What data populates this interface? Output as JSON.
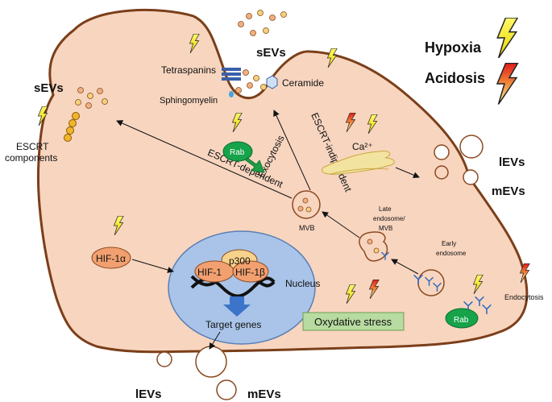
{
  "colors": {
    "cell_fill": "#f8d5bf",
    "cell_stroke": "#7b3f1a",
    "vesicle_stroke": "#8a4a22",
    "nucleus_fill": "#a9c4e8",
    "nucleus_stroke": "#5a7fb5",
    "rab_fill": "#16a34a",
    "oxidative_fill": "#b7dba0",
    "arrow_blue": "#3b74c9",
    "tetraspanin": "#3a5fa8",
    "hif_fill": "#f2a070",
    "p300_fill": "#f7d28a",
    "ca_fill": "#f3e3a0"
  },
  "legend": {
    "hypoxia": "Hypoxia",
    "acidosis": "Acidosis"
  },
  "labels": {
    "sevs_top": "sEVs",
    "sevs_left": "sEVs",
    "tetraspanins": "Tetraspanins",
    "ceramide": "Ceramide",
    "sphingomyelin": "Sphingomyelin",
    "escrt_components_line1": "ESCRT",
    "escrt_components_line2": "components",
    "escrt_dependent": "ESCRT-dependent",
    "escrt_independent": "ESCRT-indipendent",
    "exocytosis": "Exocytosis",
    "rab_upper": "Rab",
    "rab_lower": "Rab",
    "mvb": "MVB",
    "late_endosome_line1": "Late",
    "late_endosome_line2": "endosome/",
    "late_endosome_line3": "MVB",
    "early_endosome_line1": "Early",
    "early_endosome_line2": "endosome",
    "endocytosis": "Endocytosis",
    "calcium": "Ca²⁺",
    "levs_right": "lEVs",
    "mevs_right": "mEVs",
    "levs_bottom": "lEVs",
    "mevs_bottom": "mEVs",
    "hif1a": "HIF-1α",
    "p300": "p300",
    "hif1_left": "HIF-1",
    "hif1_right": "HIF-1β",
    "nucleus": "Nucleus",
    "target_genes": "Target genes",
    "oxidative_stress": "Oxydative stress"
  }
}
